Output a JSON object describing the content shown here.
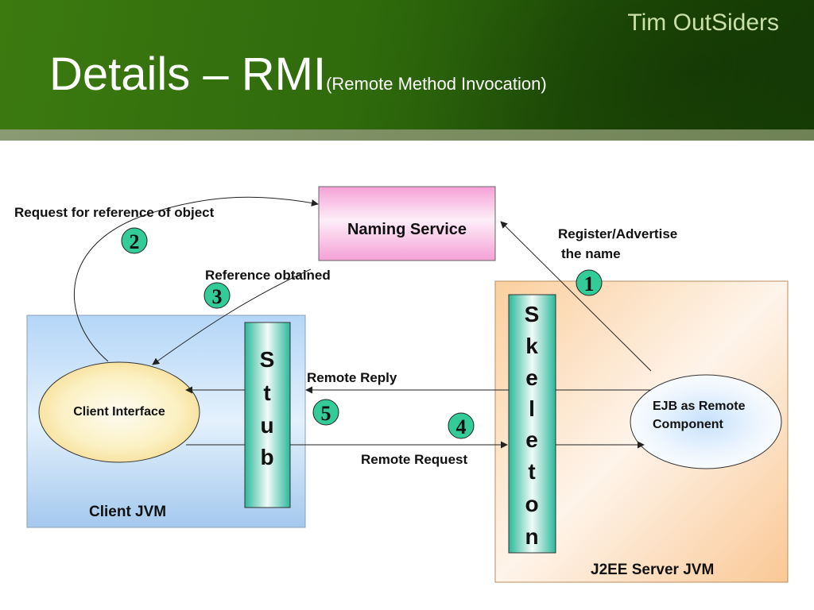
{
  "slide": {
    "brand": "Tim OutSiders",
    "title": "Details – RMI",
    "title_suffix": "(Remote Method Invocation)"
  },
  "diagram": {
    "naming_service": "Naming Service",
    "client_box_label": "Client  JVM",
    "server_box_label": "J2EE Server  JVM",
    "client_interface": "Client Interface",
    "ejb_component_line1": "EJB as Remote",
    "ejb_component_line2": "Component",
    "stub_letters": [
      "S",
      "t",
      "u",
      "b"
    ],
    "skeleton_letters": [
      "S",
      "k",
      "e",
      "l",
      "e",
      "t",
      "o",
      "n"
    ],
    "step_labels": {
      "step1": "Register/Advertise",
      "step1_line2": "the name",
      "step2": "Request for reference of object",
      "step3": "Reference obtained",
      "step4": "Remote Request",
      "step5": "Remote Reply"
    },
    "step_numbers": [
      "1",
      "2",
      "3",
      "4",
      "5"
    ],
    "colors": {
      "step_badge": "#33cc99",
      "client_box": "#a8cdf2",
      "server_box": "#fbd3a6",
      "naming_service": "#f7a9d8"
    }
  }
}
